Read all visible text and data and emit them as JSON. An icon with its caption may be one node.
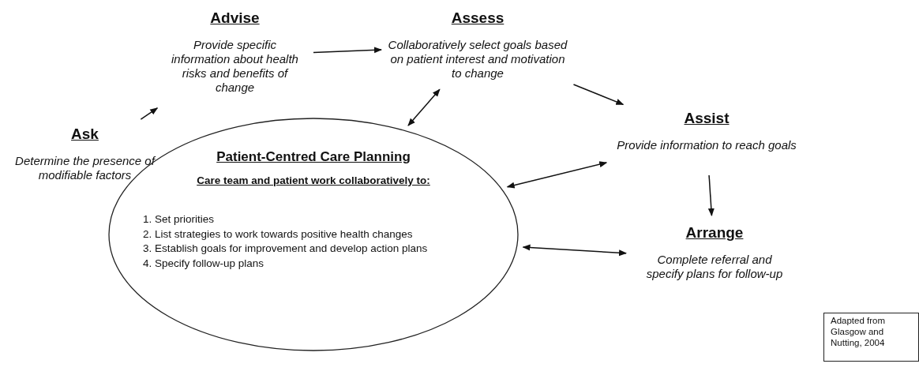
{
  "diagram": {
    "nodes": [
      {
        "text": [
          "Ask",
          "Determine the presence of modifiable factors"
        ]
      },
      {
        "text": [
          "Advise",
          "Provide specific information about health risks and benefits of change"
        ]
      },
      {
        "text": [
          "Assess",
          "Collaboratively select goals based on patient interest and motivation to change"
        ]
      },
      {
        "text": [
          "Assist",
          "Provide information to reach goals"
        ]
      },
      {
        "text": [
          "Arrange",
          "Complete referral and specify plans for follow-up"
        ]
      },
      {
        "text": [
          "Patient-Centred Care Planning",
          "Care team and patient work collaboratively to:",
          "1. Set priorities",
          "2. List strategies to work towards positive health changes",
          "3. Establish goals for improvement and develop action plans",
          "4. Specify follow-up plans"
        ]
      },
      {
        "text": [
          "Adapted from Glasgow and Nutting, 2004"
        ]
      }
    ],
    "edges": [
      {
        "from": 0,
        "to": 1,
        "arrow": "to"
      },
      {
        "from": 1,
        "to": 2,
        "arrow": "to"
      },
      {
        "from": 2,
        "to": 3,
        "arrow": "to"
      },
      {
        "from": 3,
        "to": 4,
        "arrow": "to"
      },
      {
        "from": 2,
        "to": 5,
        "arrow": "both"
      },
      {
        "from": 3,
        "to": 5,
        "arrow": "both"
      },
      {
        "from": 4,
        "to": 5,
        "arrow": "both"
      }
    ]
  }
}
